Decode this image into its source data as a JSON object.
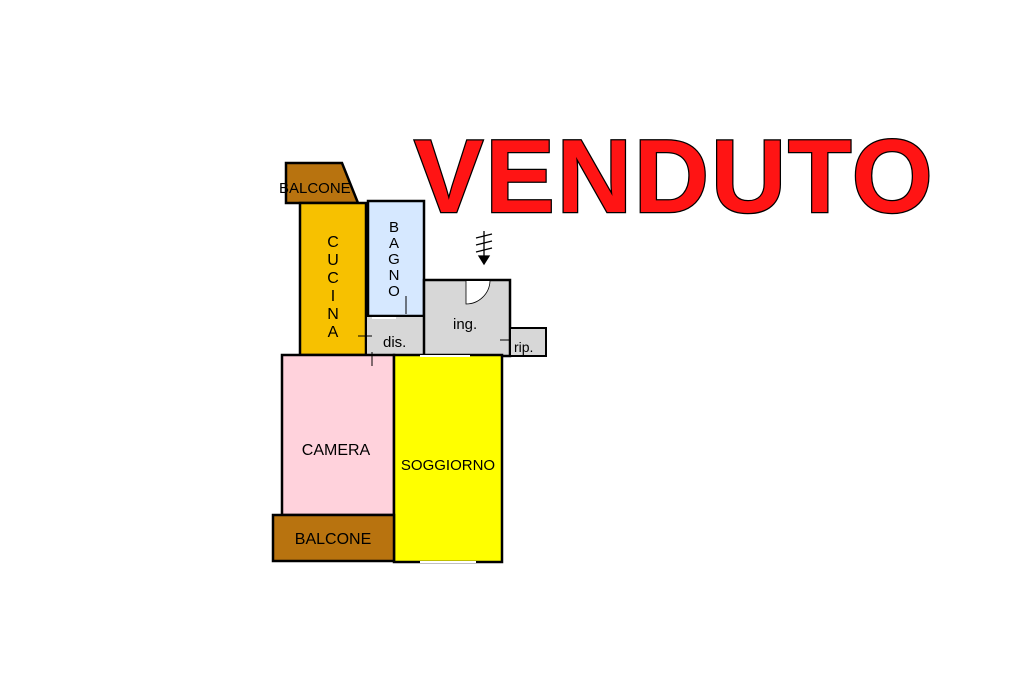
{
  "banner": {
    "text": "VENDUTO",
    "color": "#ff1414"
  },
  "rooms": {
    "balcone_top": {
      "label": "BALCONE",
      "color": "#b8730f"
    },
    "cucina": {
      "label": "CUCINA",
      "color": "#f7c100"
    },
    "bagno": {
      "label": "BAGNO",
      "color": "#d6e8ff"
    },
    "ingresso": {
      "label": "ing.",
      "color": "#d7d7d7"
    },
    "disimpegno": {
      "label": "dis.",
      "color": "#d7d7d7"
    },
    "ripostiglio": {
      "label": "rip.",
      "color": "#d7d7d7"
    },
    "camera": {
      "label": "CAMERA",
      "color": "#ffd2dc"
    },
    "soggiorno": {
      "label": "SOGGIORNO",
      "color": "#ffff00"
    },
    "balcone_bottom": {
      "label": "BALCONE",
      "color": "#b8730f"
    }
  },
  "icons": {
    "entrance": "entrance-arrow-icon"
  }
}
